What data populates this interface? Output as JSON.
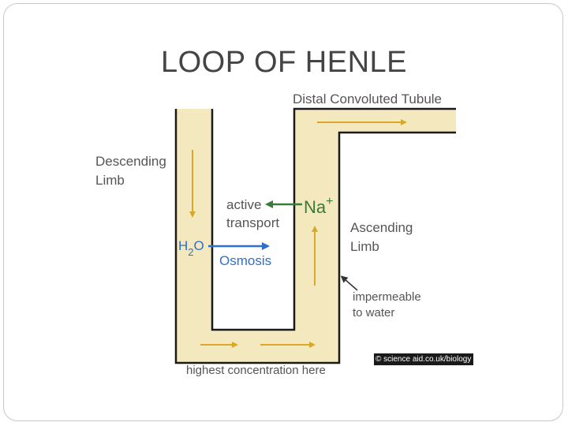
{
  "slide": {
    "title": "LOOP OF HENLE"
  },
  "diagram": {
    "labels": {
      "distal": "Distal Convoluted Tubule",
      "descending_line1": "Descending",
      "descending_line2": "Limb",
      "active_line1": "active",
      "active_line2": "transport",
      "na": "Na",
      "na_charge": "+",
      "ascending_line1": "Ascending",
      "ascending_line2": "Limb",
      "h2o_h": "H",
      "h2o_sub": "2",
      "h2o_o": "O",
      "osmosis": "Osmosis",
      "impermeable_line1": "impermeable",
      "impermeable_line2": "to water",
      "highest": "highest concentration here"
    },
    "credit": "© science aid.co.uk/biology",
    "colors": {
      "tube_fill": "#f4e8bf",
      "flow_arrow": "#d9a826",
      "active_transport": "#3a7a3a",
      "osmosis": "#2f6fd0",
      "label_text": "#555555",
      "wall": "#1a1a1a"
    }
  }
}
